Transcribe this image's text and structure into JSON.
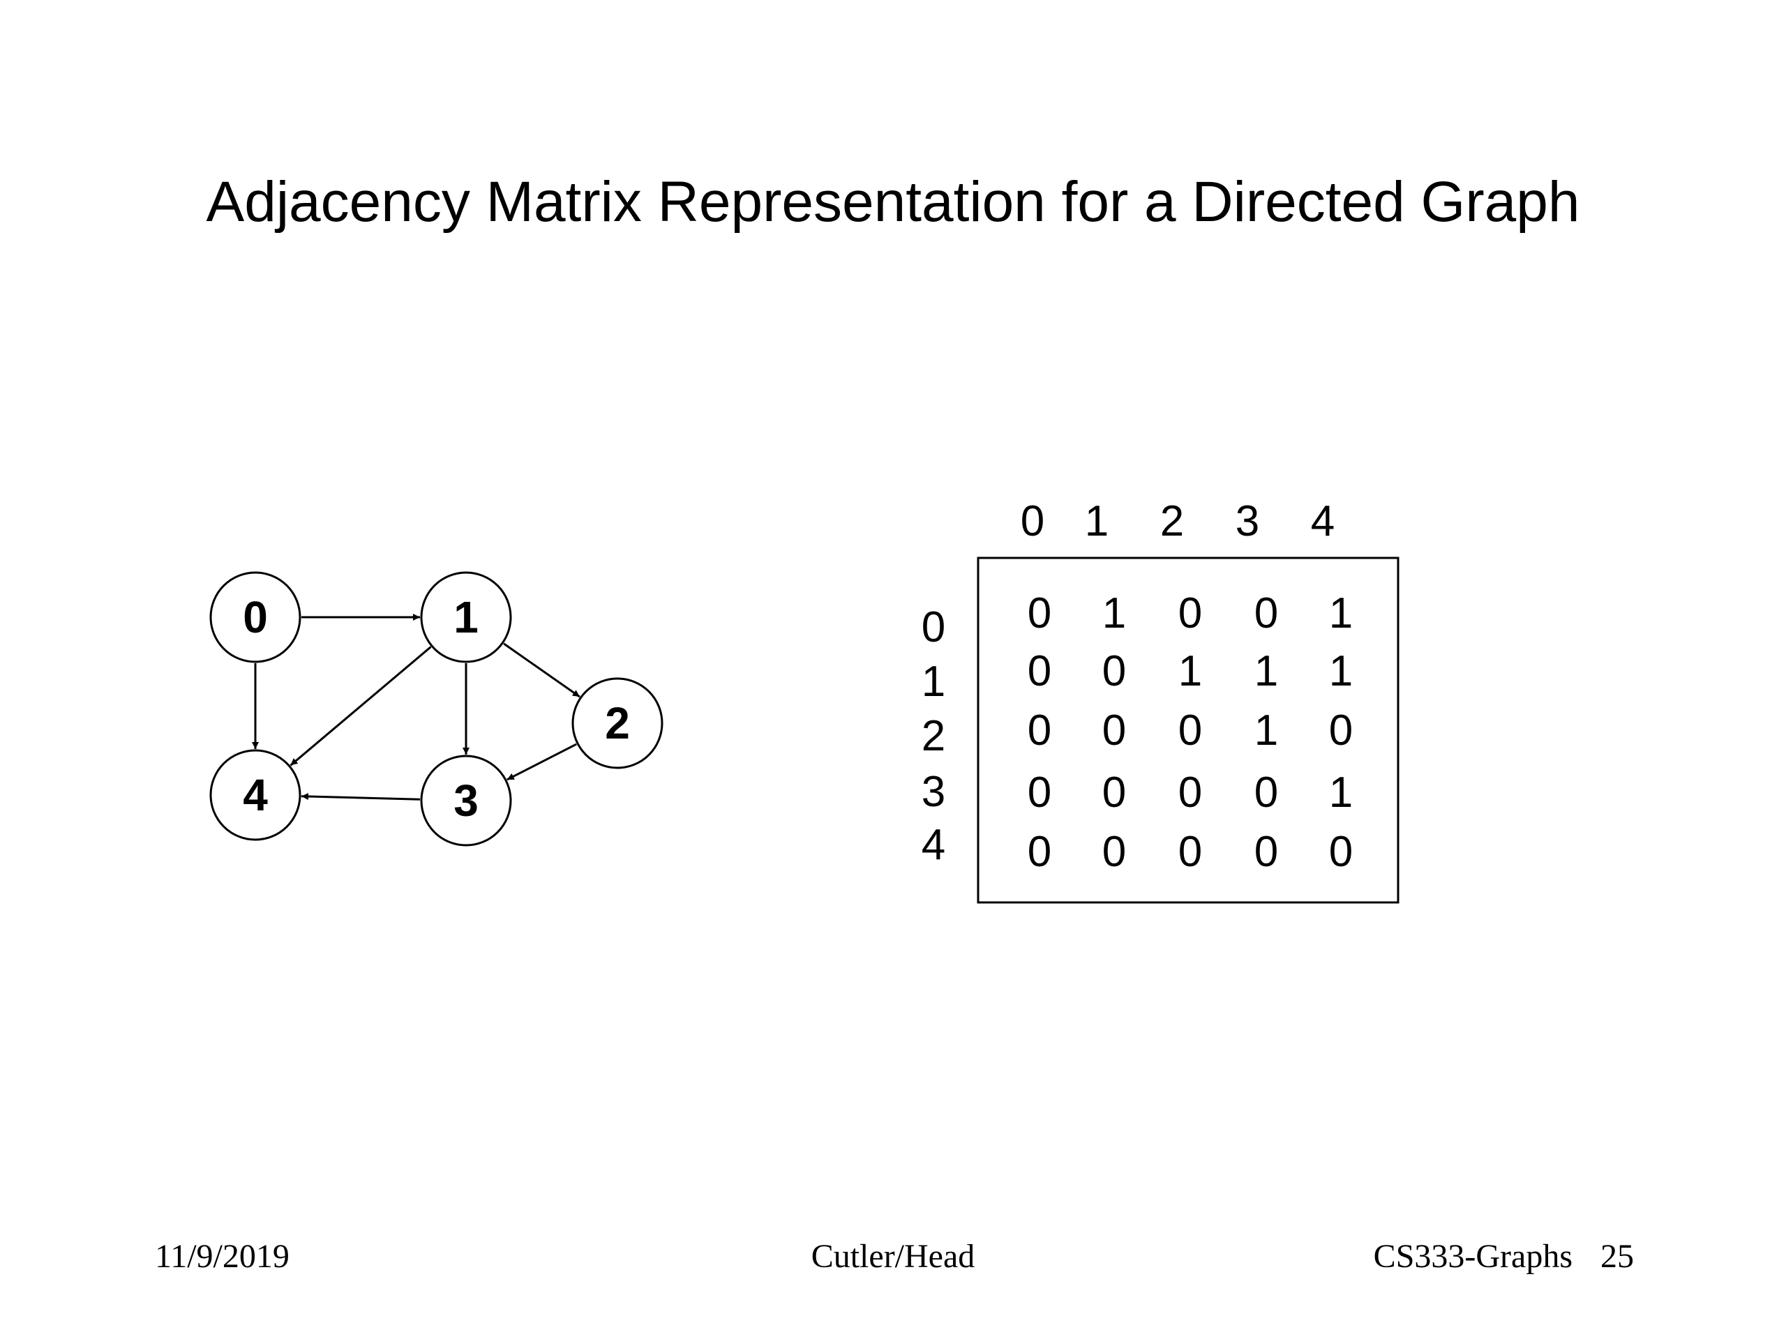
{
  "slide": {
    "title": "Adjacency Matrix Representation for a Directed Graph"
  },
  "graph": {
    "nodes": [
      {
        "id": "0",
        "label": "0"
      },
      {
        "id": "1",
        "label": "1"
      },
      {
        "id": "2",
        "label": "2"
      },
      {
        "id": "3",
        "label": "3"
      },
      {
        "id": "4",
        "label": "4"
      }
    ],
    "edges": [
      {
        "from": "0",
        "to": "1"
      },
      {
        "from": "0",
        "to": "4"
      },
      {
        "from": "1",
        "to": "2"
      },
      {
        "from": "1",
        "to": "3"
      },
      {
        "from": "1",
        "to": "4"
      },
      {
        "from": "2",
        "to": "3"
      },
      {
        "from": "3",
        "to": "4"
      }
    ]
  },
  "matrix": {
    "column_headers": [
      "0",
      "1",
      "2",
      "3",
      "4"
    ],
    "row_headers": [
      "0",
      "1",
      "2",
      "3",
      "4"
    ],
    "rows": [
      [
        "0",
        "1",
        "0",
        "0",
        "1"
      ],
      [
        "0",
        "0",
        "1",
        "1",
        "1"
      ],
      [
        "0",
        "0",
        "0",
        "1",
        "0"
      ],
      [
        "0",
        "0",
        "0",
        "0",
        "1"
      ],
      [
        "0",
        "0",
        "0",
        "0",
        "0"
      ]
    ]
  },
  "footer": {
    "date": "11/9/2019",
    "author": "Cutler/Head",
    "course": "CS333-Graphs",
    "page": "25"
  }
}
